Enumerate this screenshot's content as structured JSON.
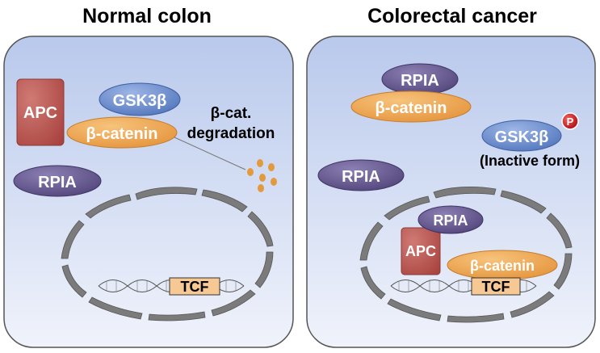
{
  "panels": {
    "left": {
      "title": "Normal colon",
      "apc": "APC",
      "gsk": "GSK3β",
      "catenin": "β-catenin",
      "degradation_line1": "β-cat.",
      "degradation_line2": "degradation",
      "rpia": "RPIA",
      "tcf": "TCF"
    },
    "right": {
      "title": "Colorectal cancer",
      "rpia_top": "RPIA",
      "catenin_top": "β-catenin",
      "gsk": "GSK3β",
      "phospho": "P",
      "inactive": "(Inactive form)",
      "rpia_mid": "RPIA",
      "rpia_nuc": "RPIA",
      "apc": "APC",
      "catenin_nuc": "β-catenin",
      "tcf": "TCF"
    }
  },
  "colors": {
    "panel_top": "#b9c9ec",
    "panel_bottom": "#eef2fb",
    "apc": "#b5524f",
    "gsk": "#5b80c4",
    "catenin": "#e9a24a",
    "rpia": "#5c4f86",
    "tcf": "#f6c894",
    "nucleus": "#7a7a7a",
    "phospho": "#c4161c",
    "dots": "#e39a3e"
  }
}
